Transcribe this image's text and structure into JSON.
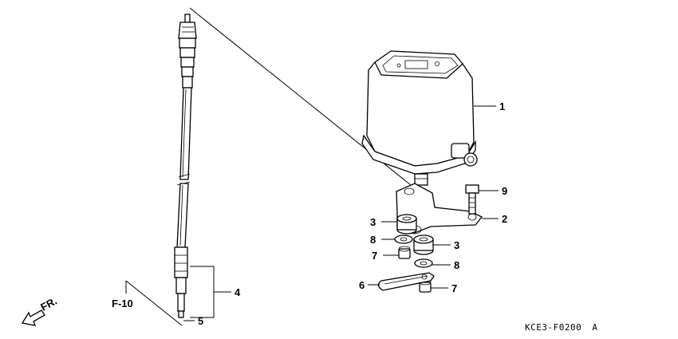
{
  "callouts": {
    "c1": "1",
    "c2": "2",
    "c3a": "3",
    "c3b": "3",
    "c4": "4",
    "c5": "5",
    "c6": "6",
    "c7a": "7",
    "c7b": "7",
    "c8a": "8",
    "c8b": "8",
    "c9": "9"
  },
  "ref_label": "F-10",
  "front_label": "FR.",
  "diagram_code": "KCE3-F0200",
  "diagram_suffix": "A"
}
